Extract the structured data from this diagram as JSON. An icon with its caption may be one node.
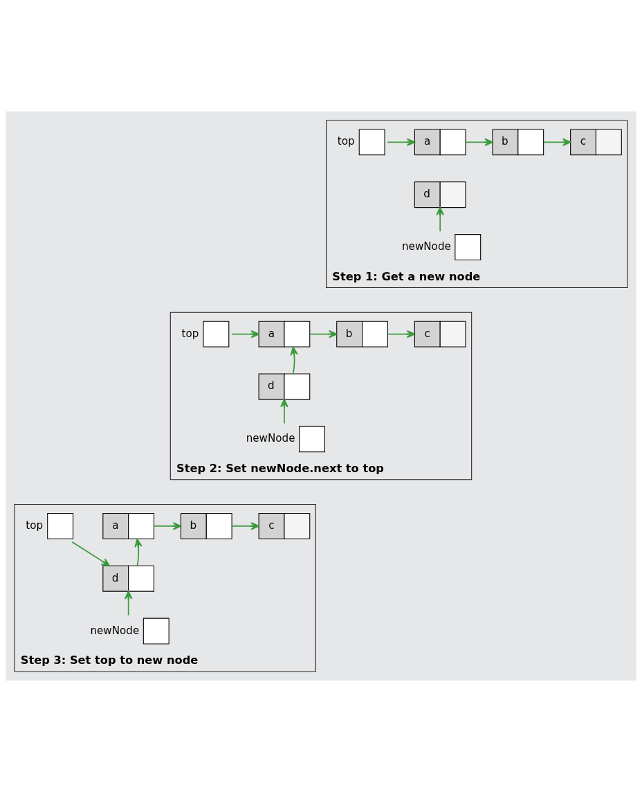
{
  "diagram": {
    "nodes": [
      {
        "text": [
          "Step 1: Get a new node"
        ]
      },
      {
        "text": [],
        "shape": "box",
        "beside": [
          "top"
        ],
        "in": 0
      },
      {
        "text": [
          "a"
        ],
        "in": 0
      },
      {
        "text": [
          "b"
        ],
        "in": 0
      },
      {
        "text": [
          "c"
        ],
        "in": 0
      },
      {
        "text": [
          "d"
        ],
        "in": 0
      },
      {
        "text": [],
        "shape": "box",
        "beside": [
          "newNode"
        ],
        "in": 0
      },
      {
        "text": [
          "Step 2: Set newNode.next to top"
        ]
      },
      {
        "text": [],
        "shape": "box",
        "beside": [
          "top"
        ],
        "in": 7
      },
      {
        "text": [
          "a"
        ],
        "in": 7
      },
      {
        "text": [
          "b"
        ],
        "in": 7
      },
      {
        "text": [
          "c"
        ],
        "in": 7
      },
      {
        "text": [
          "d"
        ],
        "in": 7
      },
      {
        "text": [],
        "shape": "box",
        "beside": [
          "newNode"
        ],
        "in": 7
      },
      {
        "text": [
          "Step 3: Set top to new node"
        ]
      },
      {
        "text": [],
        "shape": "box",
        "beside": [
          "top"
        ],
        "in": 14
      },
      {
        "text": [
          "a"
        ],
        "in": 14
      },
      {
        "text": [
          "b"
        ],
        "in": 14
      },
      {
        "text": [
          "c"
        ],
        "in": 14
      },
      {
        "text": [
          "d"
        ],
        "in": 14
      },
      {
        "text": [],
        "shape": "box",
        "beside": [
          "newNode"
        ],
        "in": 14
      }
    ],
    "edges": [
      {
        "from": 1,
        "to": 2,
        "arrow": "to"
      },
      {
        "from": 2,
        "to": 3,
        "arrow": "to"
      },
      {
        "from": 3,
        "to": 4,
        "arrow": "to"
      },
      {
        "from": 6,
        "to": 5,
        "arrow": "to"
      },
      {
        "from": 8,
        "to": 9,
        "arrow": "to"
      },
      {
        "from": 9,
        "to": 10,
        "arrow": "to"
      },
      {
        "from": 10,
        "to": 11,
        "arrow": "to"
      },
      {
        "from": 12,
        "to": 9,
        "arrow": "to"
      },
      {
        "from": 13,
        "to": 12,
        "arrow": "to"
      },
      {
        "from": 15,
        "to": 19,
        "arrow": "to"
      },
      {
        "from": 16,
        "to": 17,
        "arrow": "to"
      },
      {
        "from": 17,
        "to": 18,
        "arrow": "to"
      },
      {
        "from": 19,
        "to": 16,
        "arrow": "to"
      },
      {
        "from": 20,
        "to": 19,
        "arrow": "to"
      }
    ]
  }
}
